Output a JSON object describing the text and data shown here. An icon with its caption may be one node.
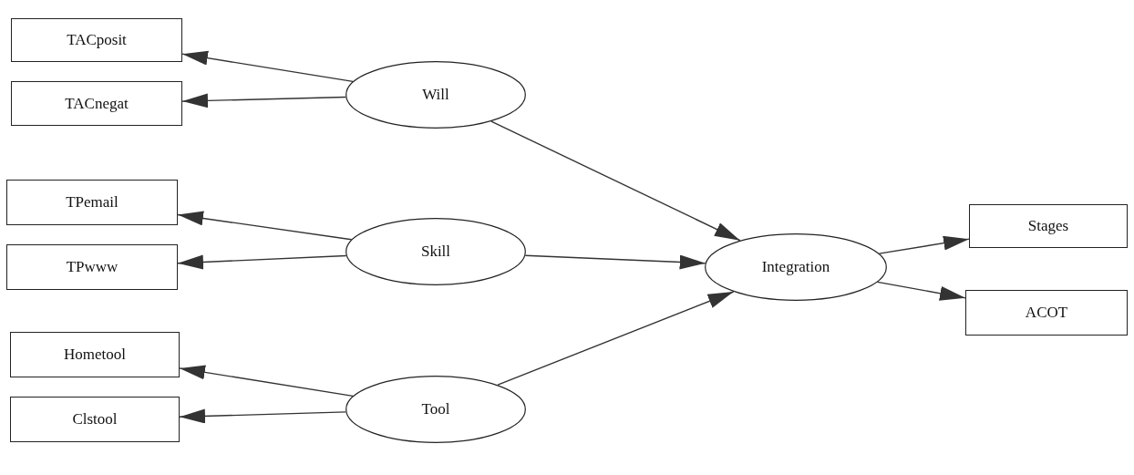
{
  "diagram": {
    "nodes": [
      {
        "text": [
          "TACposit"
        ]
      },
      {
        "text": [
          "TACnegat"
        ]
      },
      {
        "text": [
          "Will"
        ]
      },
      {
        "text": [
          "TPemail"
        ]
      },
      {
        "text": [
          "TPwww"
        ]
      },
      {
        "text": [
          "Skill"
        ]
      },
      {
        "text": [
          "Hometool"
        ]
      },
      {
        "text": [
          "Clstool"
        ]
      },
      {
        "text": [
          "Tool"
        ]
      },
      {
        "text": [
          "Integration"
        ]
      },
      {
        "text": [
          "Stages"
        ]
      },
      {
        "text": [
          "ACOT"
        ]
      }
    ],
    "edges": [
      {
        "from": 2,
        "to": 0,
        "arrow": "to"
      },
      {
        "from": 2,
        "to": 1,
        "arrow": "to"
      },
      {
        "from": 5,
        "to": 3,
        "arrow": "to"
      },
      {
        "from": 5,
        "to": 4,
        "arrow": "to"
      },
      {
        "from": 8,
        "to": 6,
        "arrow": "to"
      },
      {
        "from": 8,
        "to": 7,
        "arrow": "to"
      },
      {
        "from": 2,
        "to": 9,
        "arrow": "to"
      },
      {
        "from": 5,
        "to": 9,
        "arrow": "to"
      },
      {
        "from": 8,
        "to": 9,
        "arrow": "to"
      },
      {
        "from": 9,
        "to": 10,
        "arrow": "to"
      },
      {
        "from": 9,
        "to": 11,
        "arrow": "to"
      }
    ]
  }
}
